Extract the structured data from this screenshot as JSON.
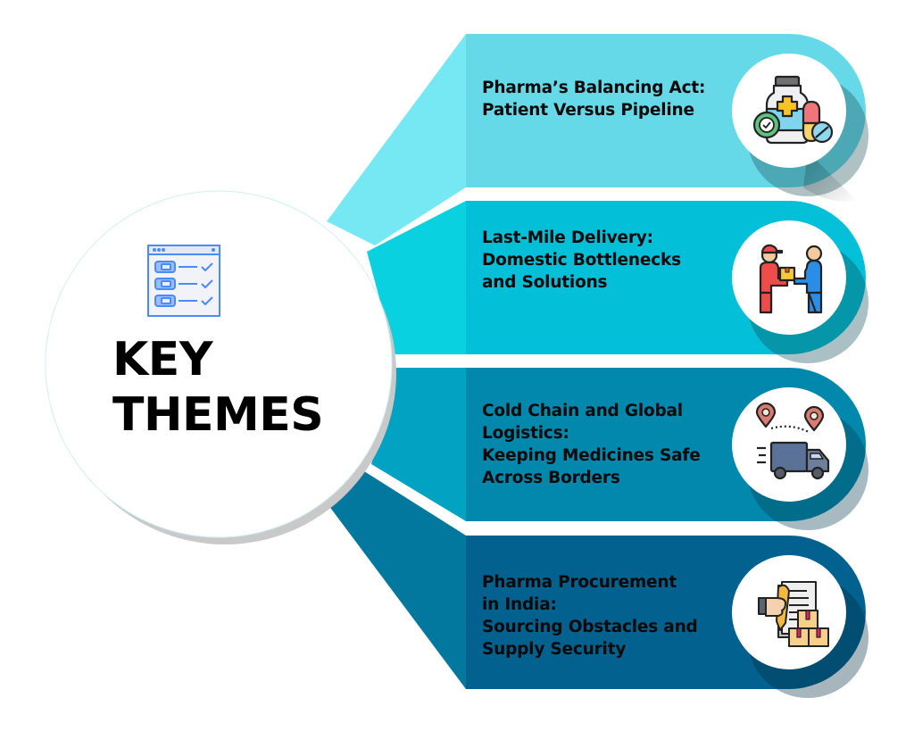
{
  "center": {
    "title_line1": "KEY",
    "title_line2": "THEMES",
    "icon": "checklist-icon"
  },
  "colors": {
    "band1": "#66d9e8",
    "band1_connector": "#76e8f3",
    "band2": "#03bfd8",
    "band2_connector": "#0ad1e0",
    "band3": "#0188ac",
    "band3_connector": "#02a2c2",
    "band4": "#02618f",
    "band4_connector": "#03789e",
    "icon_accent": "#4a8cf7"
  },
  "themes": [
    {
      "line1": "Pharma’s Balancing Act:",
      "line2": "Patient Versus Pipeline",
      "line3": "",
      "line4": "",
      "icon": "medicine-bottle-pills-icon"
    },
    {
      "line1": "Last-Mile Delivery:",
      "line2": "Domestic Bottlenecks",
      "line3": "and Solutions",
      "line4": "",
      "icon": "delivery-handover-icon"
    },
    {
      "line1": "Cold Chain and Global",
      "line2": "Logistics:",
      "line3": "Keeping Medicines Safe",
      "line4": "Across Borders",
      "icon": "delivery-truck-route-icon"
    },
    {
      "line1": "Pharma Procurement",
      "line2": "in India:",
      "line3": "Sourcing Obstacles and",
      "line4": "Supply Security",
      "icon": "procurement-contract-boxes-icon"
    }
  ]
}
